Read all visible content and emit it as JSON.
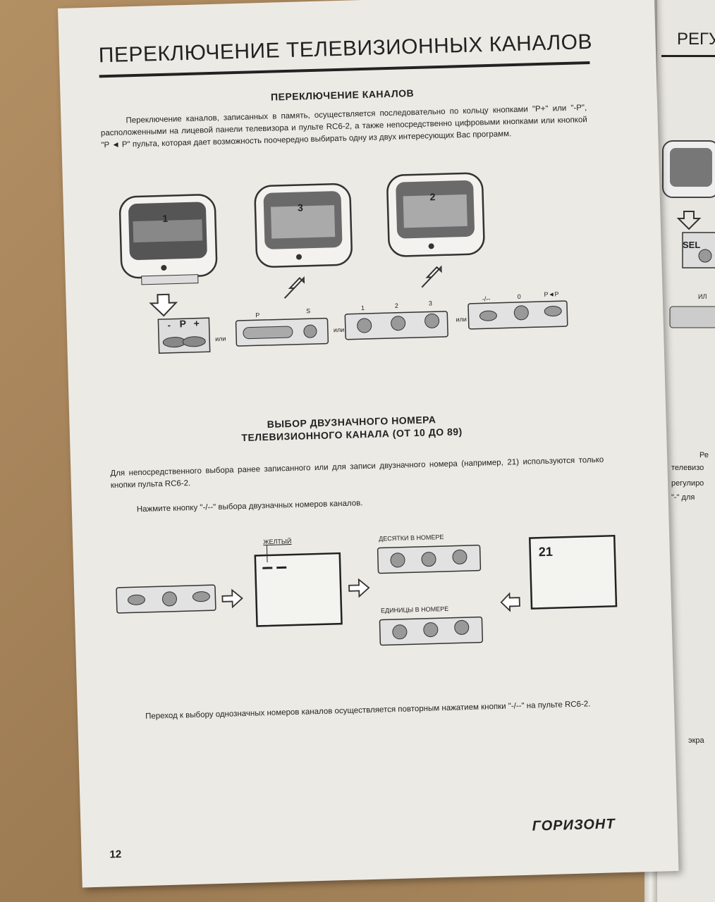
{
  "header": {
    "title": "ПЕРЕКЛЮЧЕНИЕ ТЕЛЕВИЗИОННЫХ КАНАЛОВ"
  },
  "section1": {
    "title": "ПЕРЕКЛЮЧЕНИЕ КАНАЛОВ",
    "text": "Переключение каналов, записанных в память, осуществляется последовательно по кольцу кнопками \"Р+\" или \"-Р\", расположенными на лицевой панели телевизора и пульте RC6-2, а также непосредственно цифровыми кнопками или кнопкой \"Р ◄ Р\" пульта, которая дает возможность поочередно выбирать одну из двух интересующих Вас программ.",
    "tv_numbers": [
      "1",
      "3",
      "2"
    ],
    "panel_labels": {
      "p_minus": "-",
      "p_letter": "P",
      "p_plus": "+",
      "s": "S",
      "d1": "1",
      "d2": "2",
      "d3": "3",
      "dash": "-/--",
      "zero": "0",
      "pp": "P◄P"
    },
    "or_label": "или"
  },
  "section2": {
    "title_line1": "ВЫБОР ДВУЗНАЧНОГО НОМЕРА",
    "title_line2": "ТЕЛЕВИЗИОННОГО КАНАЛА (ОТ 10 ДО 89)",
    "text1": "Для непосредственного выбора ранее записанного или для записи двузначного номера (например, 21) используются только кнопки пульта RC6-2.",
    "text2": "Нажмите кнопку \"-/--\" выбора двузначных номеров каналов.",
    "yellow_label": "ЖЕЛТЫЙ",
    "tens_label": "ДЕСЯТКИ В НОМЕРЕ",
    "units_label": "ЕДИНИЦЫ В НОМЕРЕ",
    "screen_value": "21",
    "text3": "Переход к выбору однозначных номеров каналов осуществляется повторным нажатием кнопки \"-/--\" на пульте RC6-2."
  },
  "footer": {
    "page_number": "12",
    "brand": "ГОРИЗОНТ"
  },
  "right_page": {
    "title": "РЕГУ",
    "sel": "SEL",
    "ili": "ИЛ",
    "text_lines": [
      "Ре",
      "телевизо",
      "регулиро",
      "\"-\" для"
    ],
    "bottom": "экра"
  }
}
